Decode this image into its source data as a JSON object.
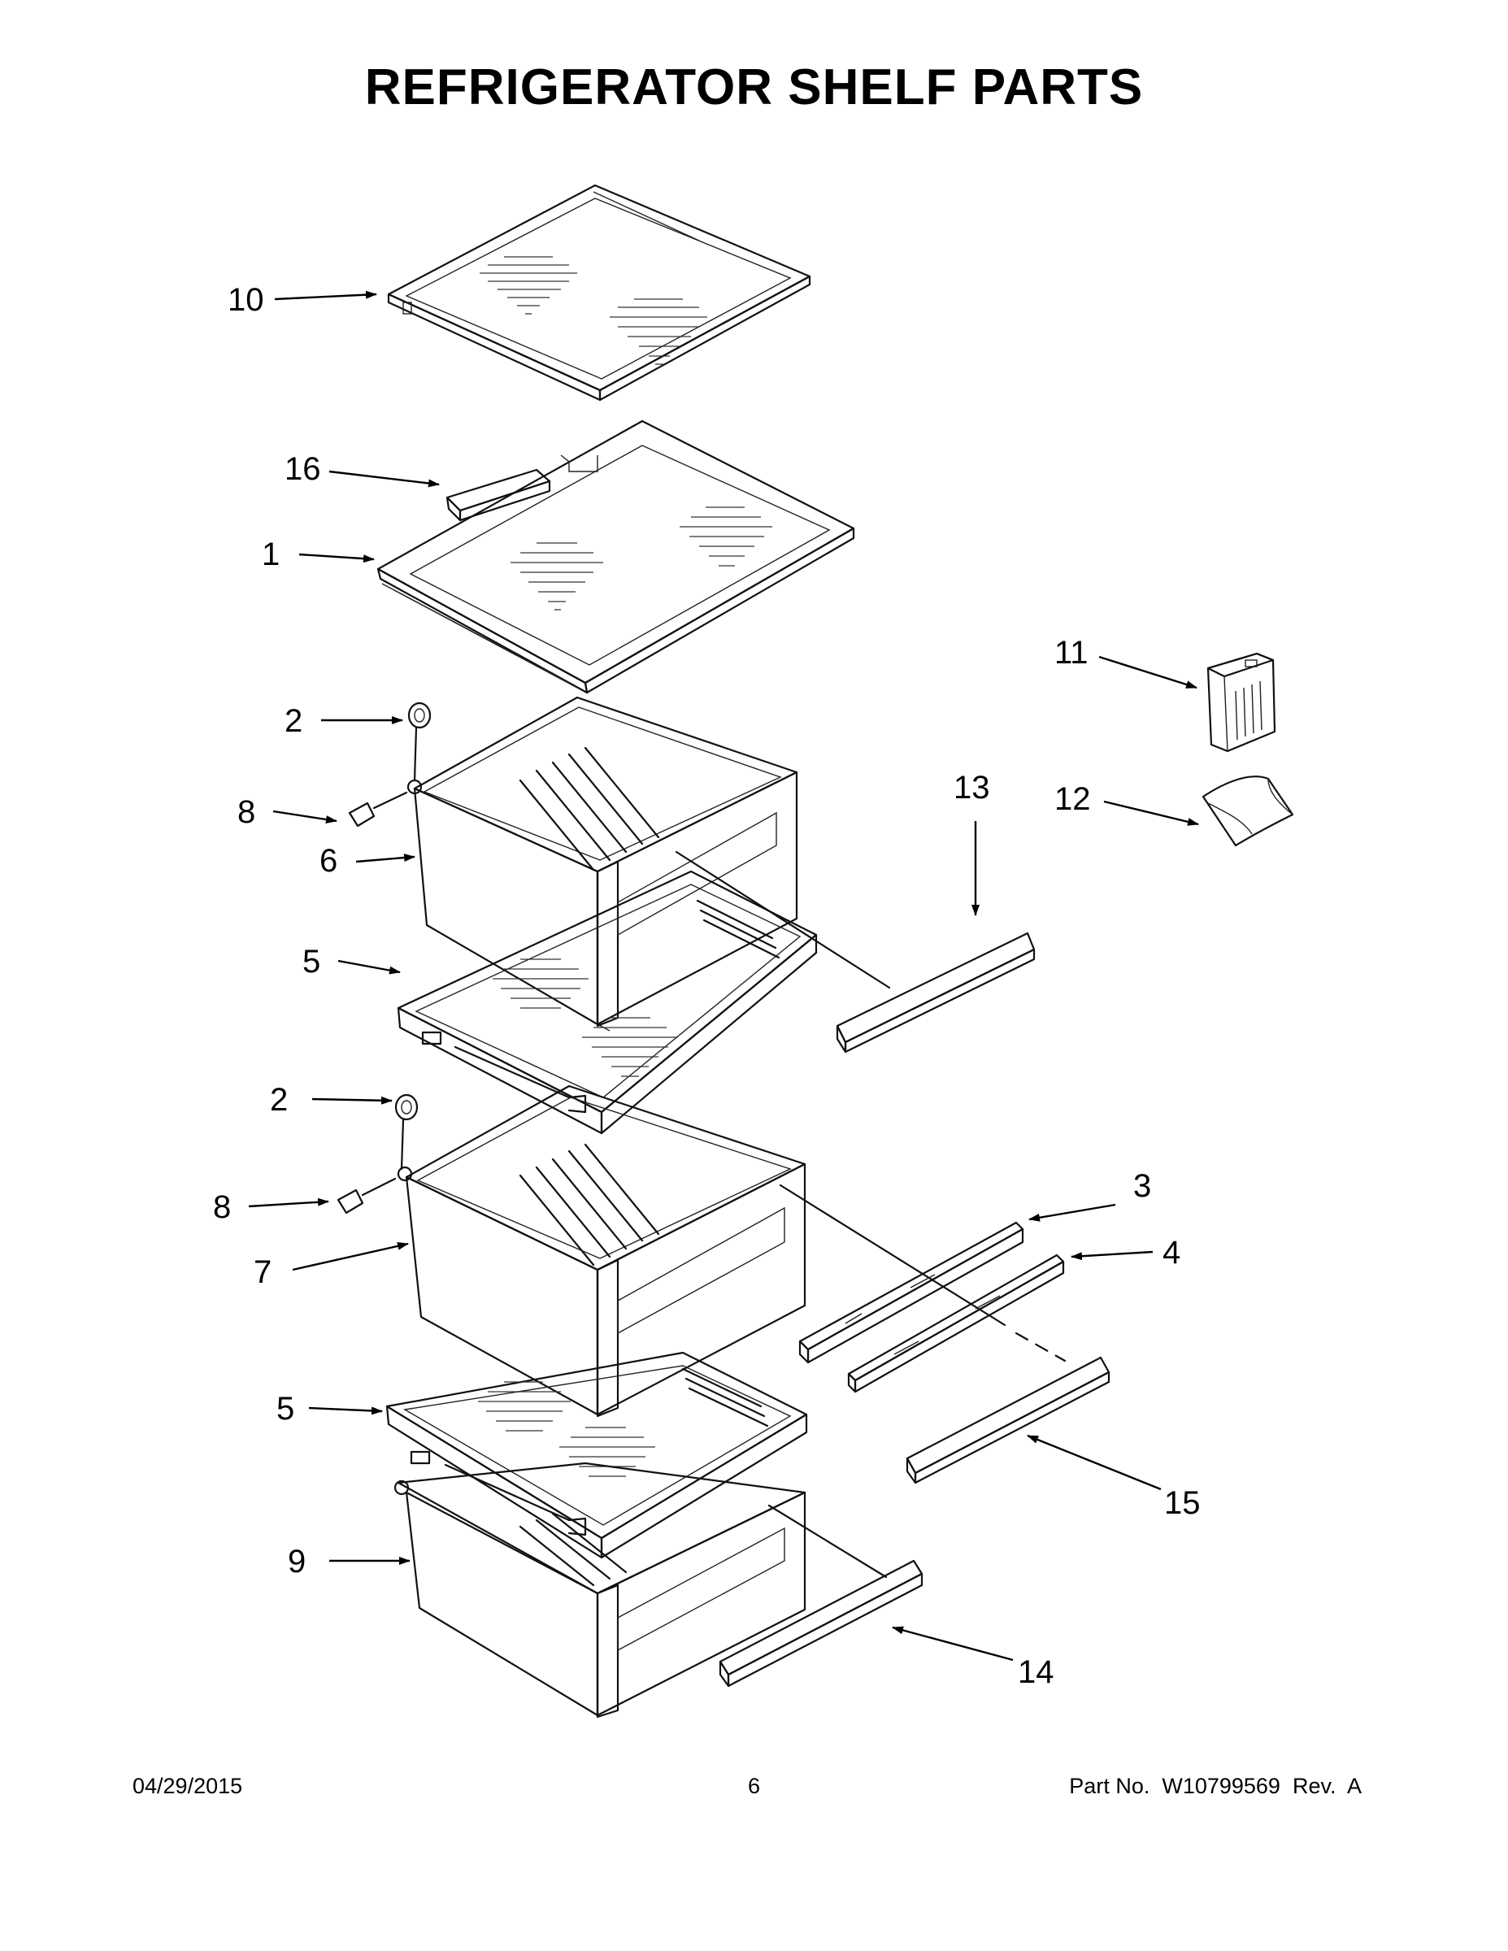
{
  "title": "REFRIGERATOR SHELF PARTS",
  "callouts": [
    {
      "label": "10",
      "part": "shelf-glass-top"
    },
    {
      "label": "16",
      "part": "shelf-cover-clip"
    },
    {
      "label": "1",
      "part": "shelf-glass"
    },
    {
      "label": "2",
      "part": "roller-upper"
    },
    {
      "label": "8",
      "part": "stop-upper"
    },
    {
      "label": "6",
      "part": "crisper-drawer-upper"
    },
    {
      "label": "5",
      "part": "crisper-cover-upper"
    },
    {
      "label": "2",
      "part": "roller-lower"
    },
    {
      "label": "8",
      "part": "stop-lower"
    },
    {
      "label": "7",
      "part": "crisper-drawer-lower"
    },
    {
      "label": "5",
      "part": "crisper-cover-lower"
    },
    {
      "label": "9",
      "part": "pantry-drawer"
    },
    {
      "label": "11",
      "part": "humidity-control"
    },
    {
      "label": "12",
      "part": "filter-pouch"
    },
    {
      "label": "13",
      "part": "handle-upper"
    },
    {
      "label": "3",
      "part": "slide-rail-left"
    },
    {
      "label": "4",
      "part": "slide-rail-right"
    },
    {
      "label": "15",
      "part": "handle-middle"
    },
    {
      "label": "14",
      "part": "handle-lower"
    }
  ],
  "footer": {
    "date": "04/29/2015",
    "page": "6",
    "part_number": "Part No.  W10799569  Rev.  A"
  }
}
